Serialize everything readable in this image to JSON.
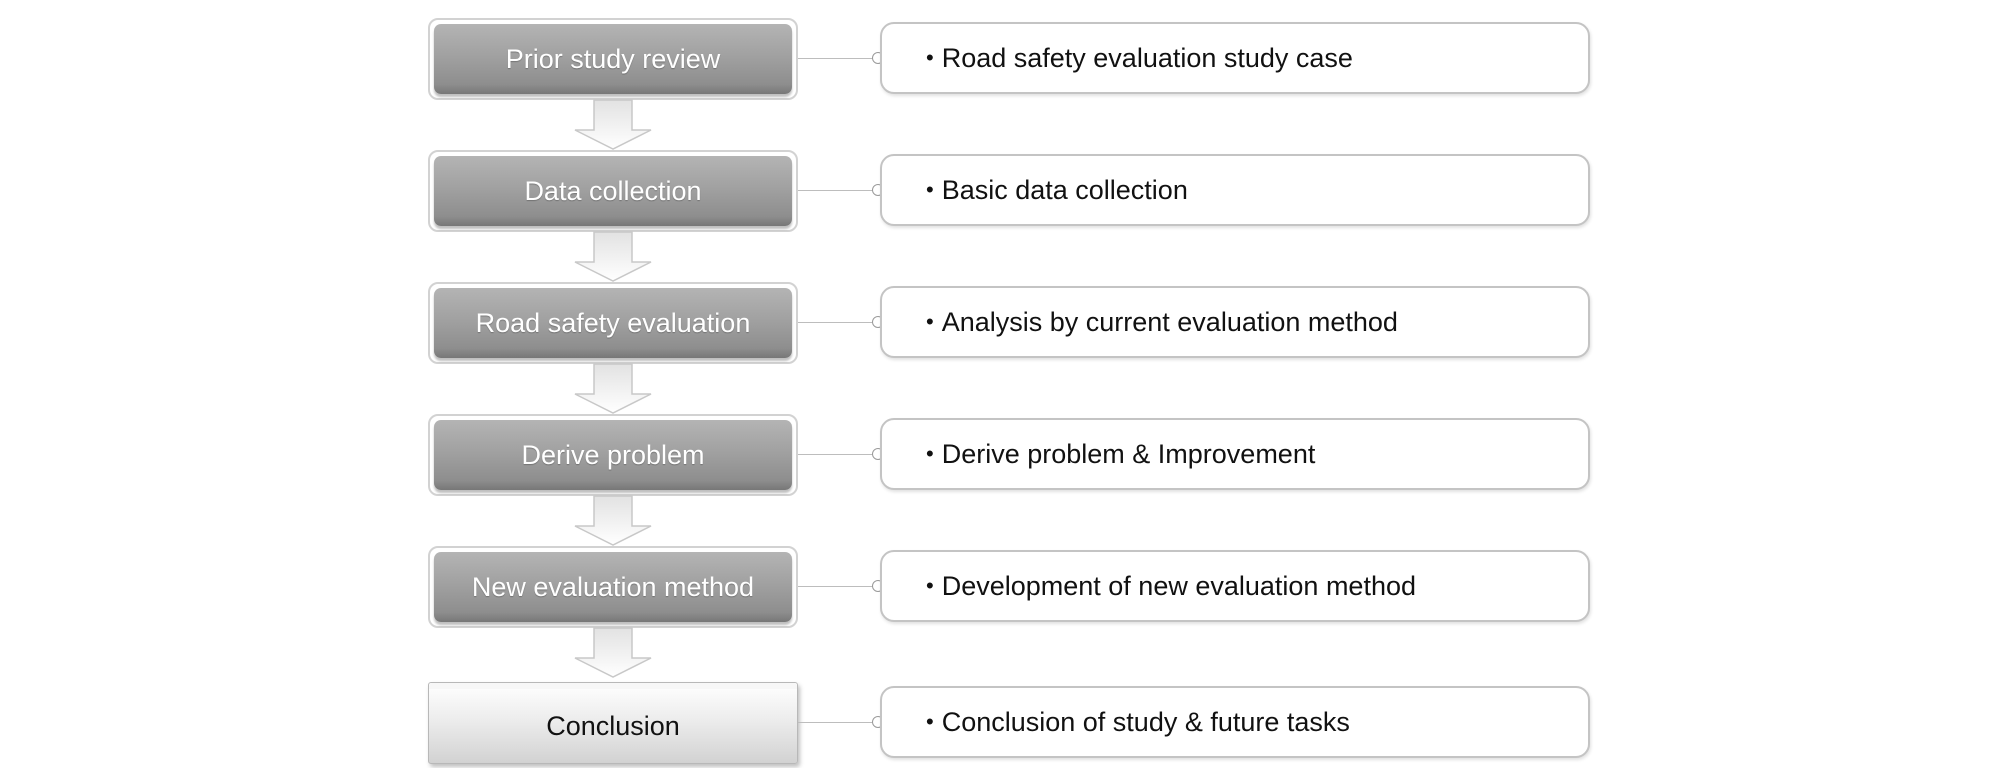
{
  "steps": [
    {
      "label": "Prior study review",
      "detail": "Road safety evaluation study case"
    },
    {
      "label": "Data collection",
      "detail": "Basic data collection"
    },
    {
      "label": "Road safety evaluation",
      "detail": "Analysis by current evaluation method"
    },
    {
      "label": "Derive problem",
      "detail": "Derive problem & Improvement"
    },
    {
      "label": "New evaluation method",
      "detail": "Development of new evaluation method"
    },
    {
      "label": "Conclusion",
      "detail": "Conclusion of study & future tasks"
    }
  ],
  "bullet": "•",
  "colors": {
    "step_fill": "#9f9f9f",
    "step_text": "#ffffff",
    "final_text": "#111111",
    "border": "#c4c4c4",
    "arrow": "#c8c8c8"
  }
}
